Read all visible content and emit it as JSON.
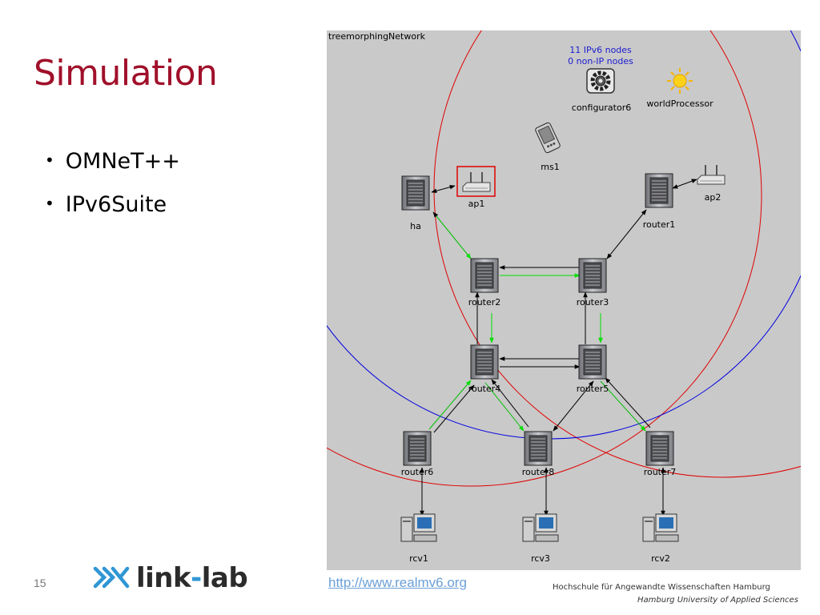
{
  "slide": {
    "title": "Simulation",
    "bullets": [
      "OMNeT++",
      "IPv6Suite"
    ],
    "page_number": "15",
    "logo_text_a": "link",
    "logo_text_sep": "-",
    "logo_text_b": "lab",
    "url": "http://www.realmv6.org",
    "university_de": "Hochschule für Angewandte Wissenschaften Hamburg",
    "university_en": "Hamburg University of Applied Sciences"
  },
  "network": {
    "name": "treemorphingNetwork",
    "stats_ipv6": "11 IPv6 nodes",
    "stats_nonip": "0 non-IP nodes",
    "labels": {
      "configurator": "configurator6",
      "world": "worldProcessor",
      "ms1": "ms1",
      "ha": "ha",
      "ap1": "ap1",
      "ap2": "ap2",
      "router1": "router1",
      "router2": "router2",
      "router3": "router3",
      "router4": "router4",
      "router5": "router5",
      "router6": "router6",
      "router7": "router7",
      "router8": "router8",
      "rcv1": "rcv1",
      "rcv2": "rcv2",
      "rcv3": "rcv3"
    },
    "colors": {
      "panel": "#c9c9c9",
      "active_link": "#00e000",
      "link": "#000000",
      "range_red": "#e00000",
      "range_blue": "#0000e0",
      "stats_text": "#1a1ad0"
    }
  }
}
